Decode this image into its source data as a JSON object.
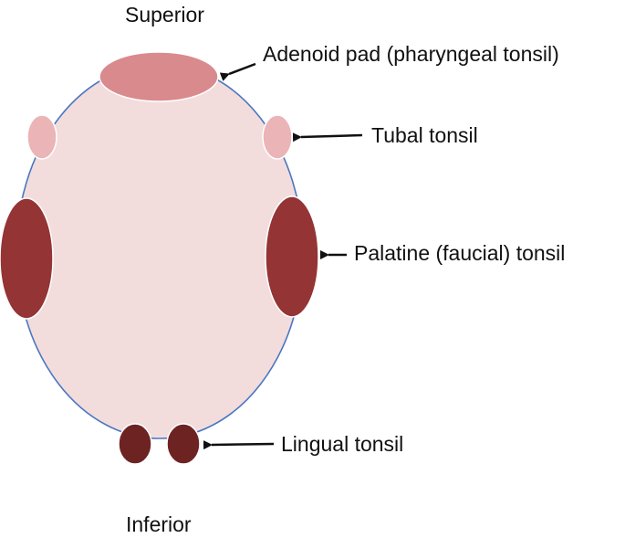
{
  "orientation": {
    "top_label": "Superior",
    "bottom_label": "Inferior"
  },
  "tonsils": {
    "adenoid": {
      "label": "Adenoid pad (pharyngeal tonsil)"
    },
    "tubal": {
      "label": "Tubal tonsil"
    },
    "palatine": {
      "label": "Palatine (faucial) tonsil"
    },
    "lingual": {
      "label": "Lingual tonsil"
    }
  },
  "colors": {
    "pharynx_fill": "#f3dcdc",
    "pharynx_outline": "#4a78c2",
    "adenoid": "#d98a8d",
    "tubal": "#ebb4b6",
    "palatine": "#943434",
    "lingual": "#6e2323",
    "arrow": "#111111"
  }
}
